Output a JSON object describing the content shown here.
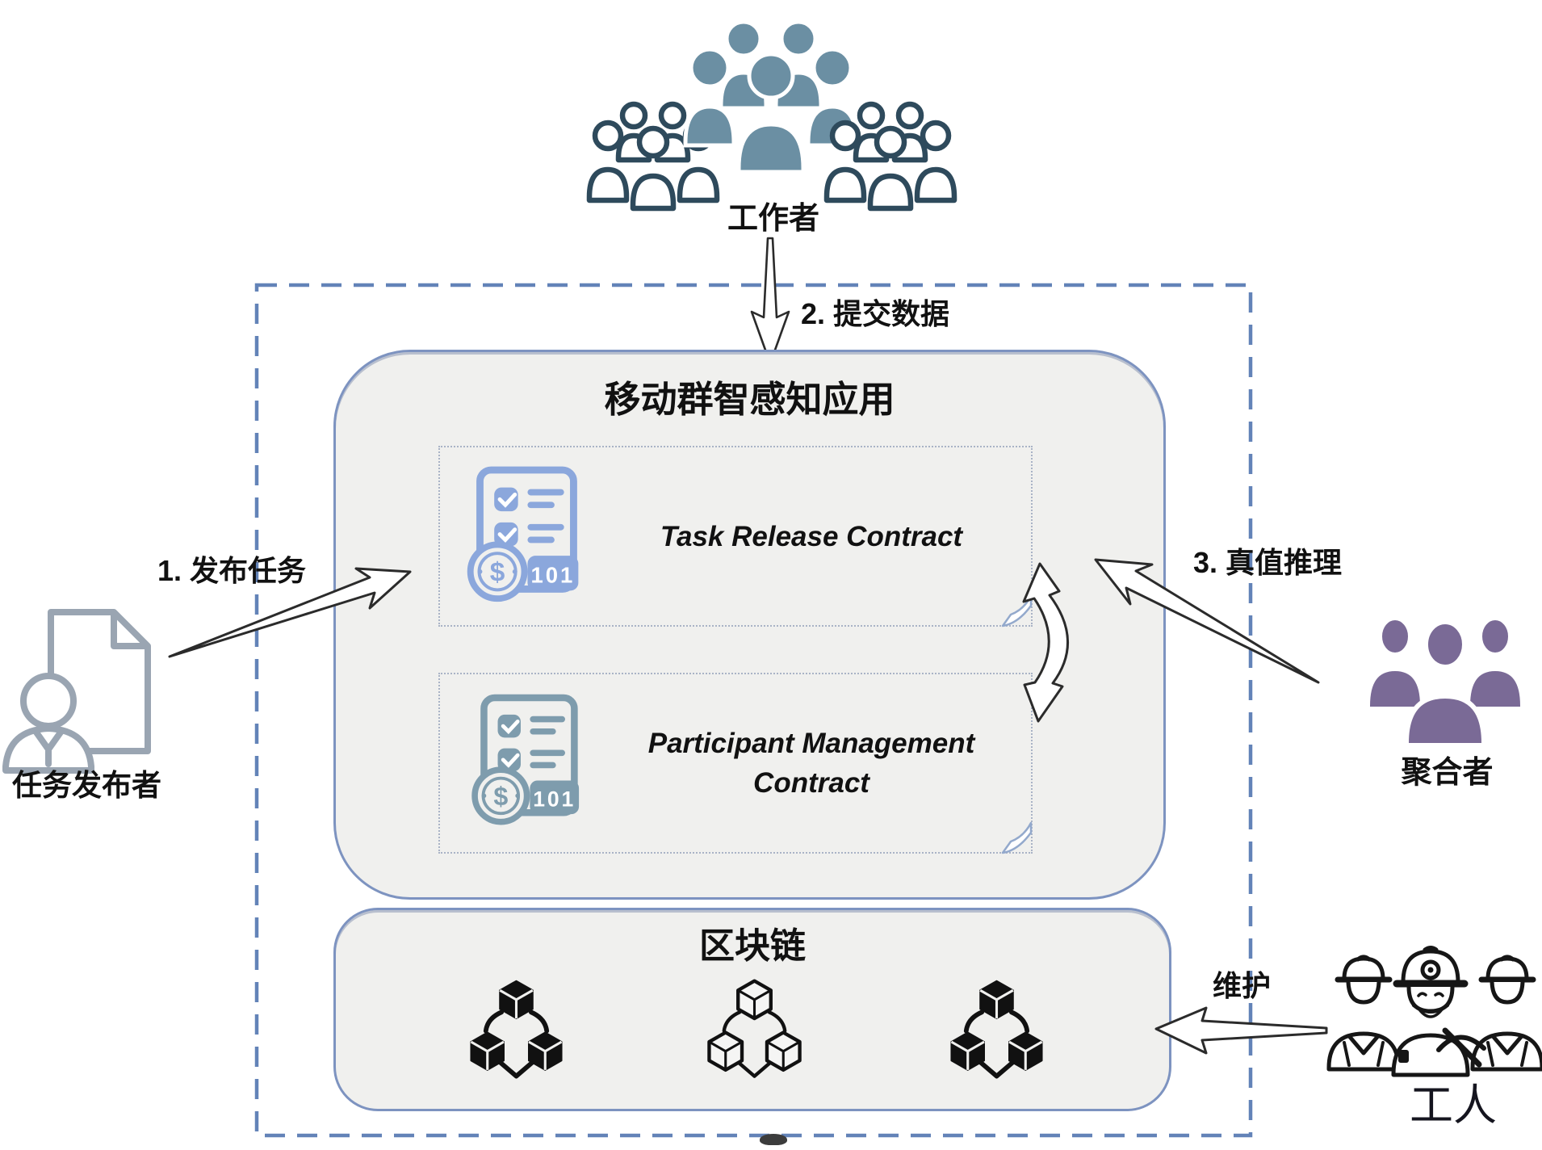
{
  "colors": {
    "dash_border": "#6383b8",
    "box_border": "#7d93c0",
    "box_fill": "#f0f0ee",
    "dotted_border": "#a9b3c6",
    "curl_stroke": "#93a9cc",
    "task_icon": "#8ba7dc",
    "participant_icon": "#7e9cad",
    "crowd_fill": "#6b8fa3",
    "crowd_outline": "#2e4a5c",
    "publisher_gray": "#9aa5b2",
    "aggregator_purple": "#7a6a96",
    "worker_outline": "#161616",
    "arrow_ink": "#2b2b2b",
    "label_ink": "#111111"
  },
  "actors": {
    "workers": {
      "label": "工作者"
    },
    "publisher": {
      "label": "任务发布者"
    },
    "aggregator": {
      "label": "聚合者"
    },
    "miners": {
      "label": "工人"
    }
  },
  "app": {
    "title": "移动群智感知应用",
    "contracts": [
      {
        "name": "Task Release Contract"
      },
      {
        "name": "Participant Management Contract"
      }
    ],
    "badge": "101",
    "dollar": "$"
  },
  "blockchain": {
    "title": "区块链"
  },
  "flows": {
    "publish": {
      "label": "1. 发布任务"
    },
    "submit": {
      "label": "2. 提交数据"
    },
    "truth": {
      "label": "3. 真值推理"
    },
    "maintain": {
      "label": "维护"
    }
  }
}
